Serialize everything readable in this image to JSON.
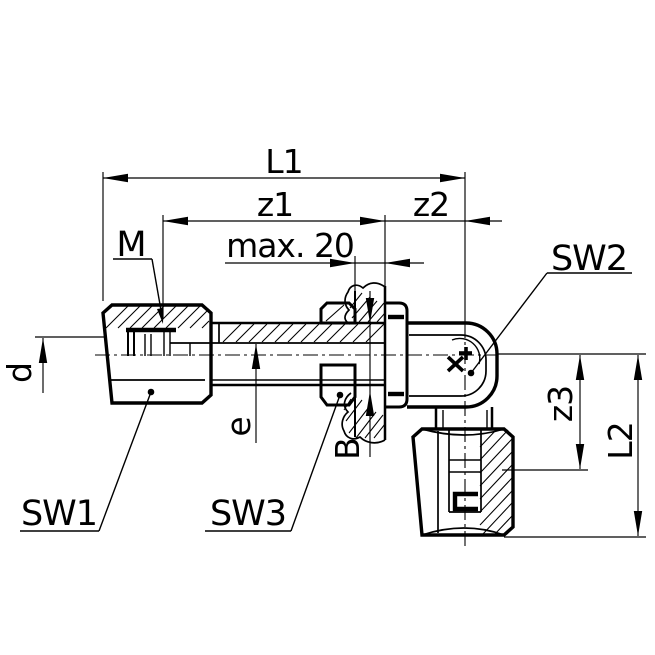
{
  "drawing": {
    "background": "#ffffff",
    "line_color": "#000000",
    "dim_labels": {
      "l1": "L1",
      "z1": "z1",
      "z2": "z2",
      "max20": "max. 20",
      "z3": "z3",
      "l2": "L2",
      "d": "d",
      "e": "e",
      "b": "B"
    },
    "callout_labels": {
      "m": "M",
      "sw1": "SW1",
      "sw2": "SW2",
      "sw3": "SW3"
    }
  }
}
